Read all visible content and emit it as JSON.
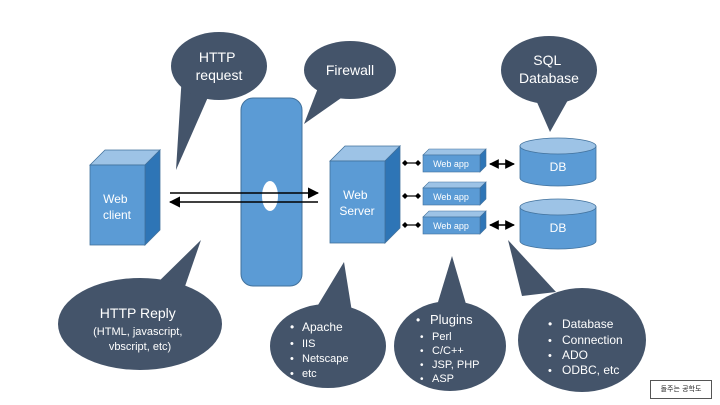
{
  "bubbles": {
    "http_request": [
      "HTTP",
      "request"
    ],
    "firewall": "Firewall",
    "sql_database": [
      "SQL",
      "Database"
    ],
    "http_reply": [
      "HTTP Reply",
      "(HTML, javascript,",
      "vbscript, etc)"
    ],
    "server_list": [
      "Apache",
      "IIS",
      "Netscape",
      "etc"
    ],
    "plugins_title": "Plugins",
    "plugins_list": [
      "Perl",
      "C/C++",
      "JSP, PHP",
      "ASP"
    ],
    "database_list": [
      "Database",
      "Connection",
      "ADO",
      "ODBC, etc"
    ]
  },
  "nodes": {
    "web_client": [
      "Web",
      "client"
    ],
    "web_server": [
      "Web",
      "Server"
    ],
    "web_app": "Web app",
    "db": "DB"
  },
  "watermark": "돌주는 공학도",
  "colors": {
    "bubble": "#44546a",
    "box": "#5b9bd5",
    "box_top": "#9dc3e6",
    "box_side": "#2e75b6",
    "stroke": "#41719c",
    "text_white": "#ffffff"
  }
}
